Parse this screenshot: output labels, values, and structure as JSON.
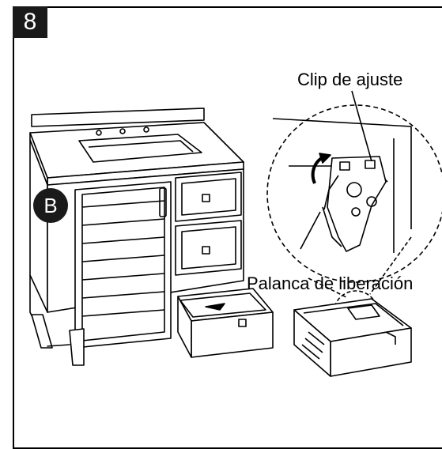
{
  "step": {
    "number": "8"
  },
  "labels": {
    "clip": "Clip de ajuste",
    "lever": "Palanca de liberación",
    "cabinet_badge": "B"
  },
  "icons": [
    "vanity-cabinet-illustration",
    "release-mechanism-detail",
    "drawer-slide-detail",
    "rotation-arrow-icon"
  ],
  "colors": {
    "ink": "#000000",
    "badge": "#1a1a1a",
    "paper": "#ffffff"
  }
}
